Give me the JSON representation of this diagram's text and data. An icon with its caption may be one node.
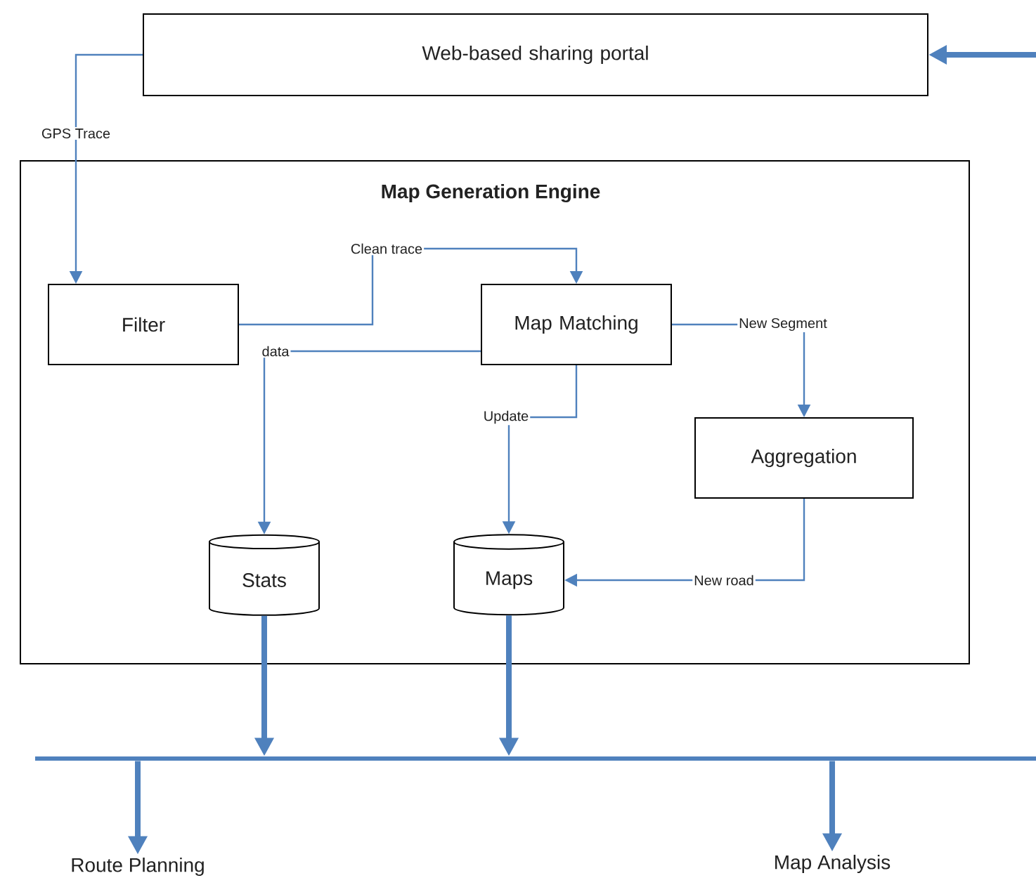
{
  "diagram": {
    "nodes": [
      {
        "text": [
          "Web-based sharing portal"
        ]
      },
      {
        "text": [
          "Map Generation Engine"
        ]
      },
      {
        "text": [
          "Filter"
        ],
        "in": 1
      },
      {
        "text": [
          "Map Matching"
        ],
        "in": 1
      },
      {
        "text": [
          "Aggregation"
        ],
        "in": 1
      },
      {
        "text": [
          "Stats"
        ],
        "in": 1
      },
      {
        "text": [
          "Maps"
        ],
        "in": 1
      },
      {
        "text": [],
        "shape": "bar"
      },
      {
        "text": [
          "Route Planning"
        ]
      },
      {
        "text": [
          "Map Analysis"
        ]
      }
    ],
    "edges": [
      {
        "from": null,
        "to": 0,
        "arrow": "to",
        "style": "thick"
      },
      {
        "from": 0,
        "to": 2,
        "arrow": "to",
        "label": "GPS Trace"
      },
      {
        "from": 2,
        "to": 3,
        "arrow": "to",
        "label": "Clean trace"
      },
      {
        "from": 3,
        "to": 5,
        "arrow": "to",
        "label": "data"
      },
      {
        "from": 3,
        "to": 6,
        "arrow": "to",
        "label": "Update"
      },
      {
        "from": 3,
        "to": 4,
        "arrow": "to",
        "label": "New Segment"
      },
      {
        "from": 4,
        "to": 6,
        "arrow": "to",
        "label": "New road"
      },
      {
        "from": 5,
        "to": 7,
        "arrow": "to",
        "style": "thick"
      },
      {
        "from": 6,
        "to": 7,
        "arrow": "to",
        "style": "thick"
      },
      {
        "from": 7,
        "to": 8,
        "arrow": "to",
        "style": "thick"
      },
      {
        "from": 7,
        "to": 9,
        "arrow": "to",
        "style": "thick"
      }
    ]
  }
}
